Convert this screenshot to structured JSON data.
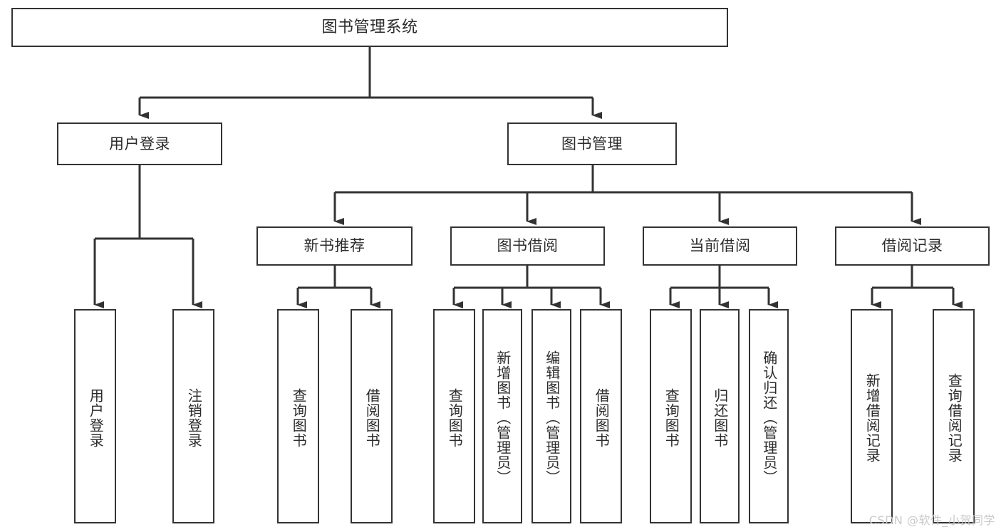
{
  "diagram": {
    "type": "tree",
    "title": "图书管理系统",
    "watermark": "CSDN @软件_小贺同学",
    "colors": {
      "background": "#ffffff",
      "box_border": "#333333",
      "box_fill": "#ffffff",
      "text": "#2b2b2b",
      "connector": "#333333",
      "watermark": "#c9c9c9"
    },
    "root": {
      "label": "图书管理系统"
    },
    "level2": [
      {
        "label": "用户登录"
      },
      {
        "label": "图书管理"
      }
    ],
    "level3": [
      {
        "label": "新书推荐"
      },
      {
        "label": "图书借阅"
      },
      {
        "label": "当前借阅"
      },
      {
        "label": "借阅记录"
      }
    ],
    "leaves": {
      "user_login": [
        {
          "label": "用户登录"
        },
        {
          "label": "注销登录"
        }
      ],
      "new_book_recommend": [
        {
          "label": "查询图书"
        },
        {
          "label": "借阅图书"
        }
      ],
      "book_borrow": [
        {
          "label": "查询图书"
        },
        {
          "label": "新增图书（管理员）"
        },
        {
          "label": "编辑图书（管理员）"
        },
        {
          "label": "借阅图书"
        }
      ],
      "current_borrow": [
        {
          "label": "查询图书"
        },
        {
          "label": "归还图书"
        },
        {
          "label": "确认归还（管理员）"
        }
      ],
      "borrow_record": [
        {
          "label": "新增借阅记录"
        },
        {
          "label": "查询借阅记录"
        }
      ]
    }
  }
}
